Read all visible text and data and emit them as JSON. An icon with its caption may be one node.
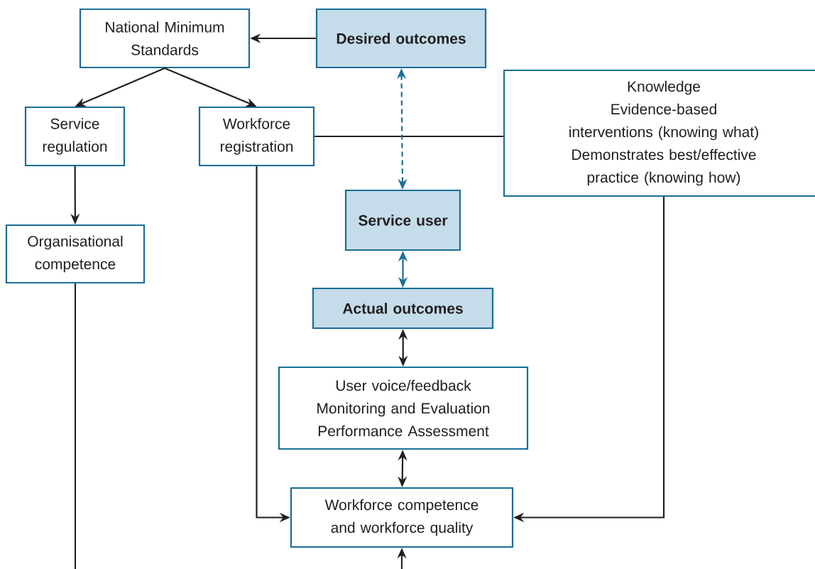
{
  "diagram": {
    "nodes": [
      {
        "text": [
          "National Minimum Standards"
        ]
      },
      {
        "text": [
          "Desired outcomes"
        ]
      },
      {
        "text": [
          "Service regulation"
        ]
      },
      {
        "text": [
          "Workforce registration"
        ]
      },
      {
        "text": [
          "Knowledge",
          "Evidence-based interventions (knowing what)",
          "Demonstrates best/effective practice (knowing how)"
        ]
      },
      {
        "text": [
          "Service user"
        ]
      },
      {
        "text": [
          "Organisational competence"
        ]
      },
      {
        "text": [
          "Actual outcomes"
        ]
      },
      {
        "text": [
          "User voice/feedback",
          "Monitoring and Evaluation",
          "Performance Assessment"
        ]
      },
      {
        "text": [
          "Workforce competence and workforce quality"
        ]
      }
    ],
    "edges": [
      {
        "from": 1,
        "to": 0,
        "arrow": "to"
      },
      {
        "from": 0,
        "to": 2,
        "arrow": "to"
      },
      {
        "from": 0,
        "to": 3,
        "arrow": "to"
      },
      {
        "from": 2,
        "to": 6,
        "arrow": "to"
      },
      {
        "from": 3,
        "to": 4,
        "arrow": "none"
      },
      {
        "from": 1,
        "to": 5,
        "arrow": "both",
        "style": "dashed",
        "color": "#1a6e96"
      },
      {
        "from": 5,
        "to": 7,
        "arrow": "both",
        "color": "#1a6e96"
      },
      {
        "from": 7,
        "to": 8,
        "arrow": "both"
      },
      {
        "from": 8,
        "to": 9,
        "arrow": "both"
      },
      {
        "from": 3,
        "to": 9,
        "arrow": "to"
      },
      {
        "from": 4,
        "to": 9,
        "arrow": "to"
      },
      {
        "from": 6,
        "to": null,
        "arrow": "none"
      },
      {
        "from": null,
        "to": 9,
        "arrow": "to"
      }
    ]
  }
}
